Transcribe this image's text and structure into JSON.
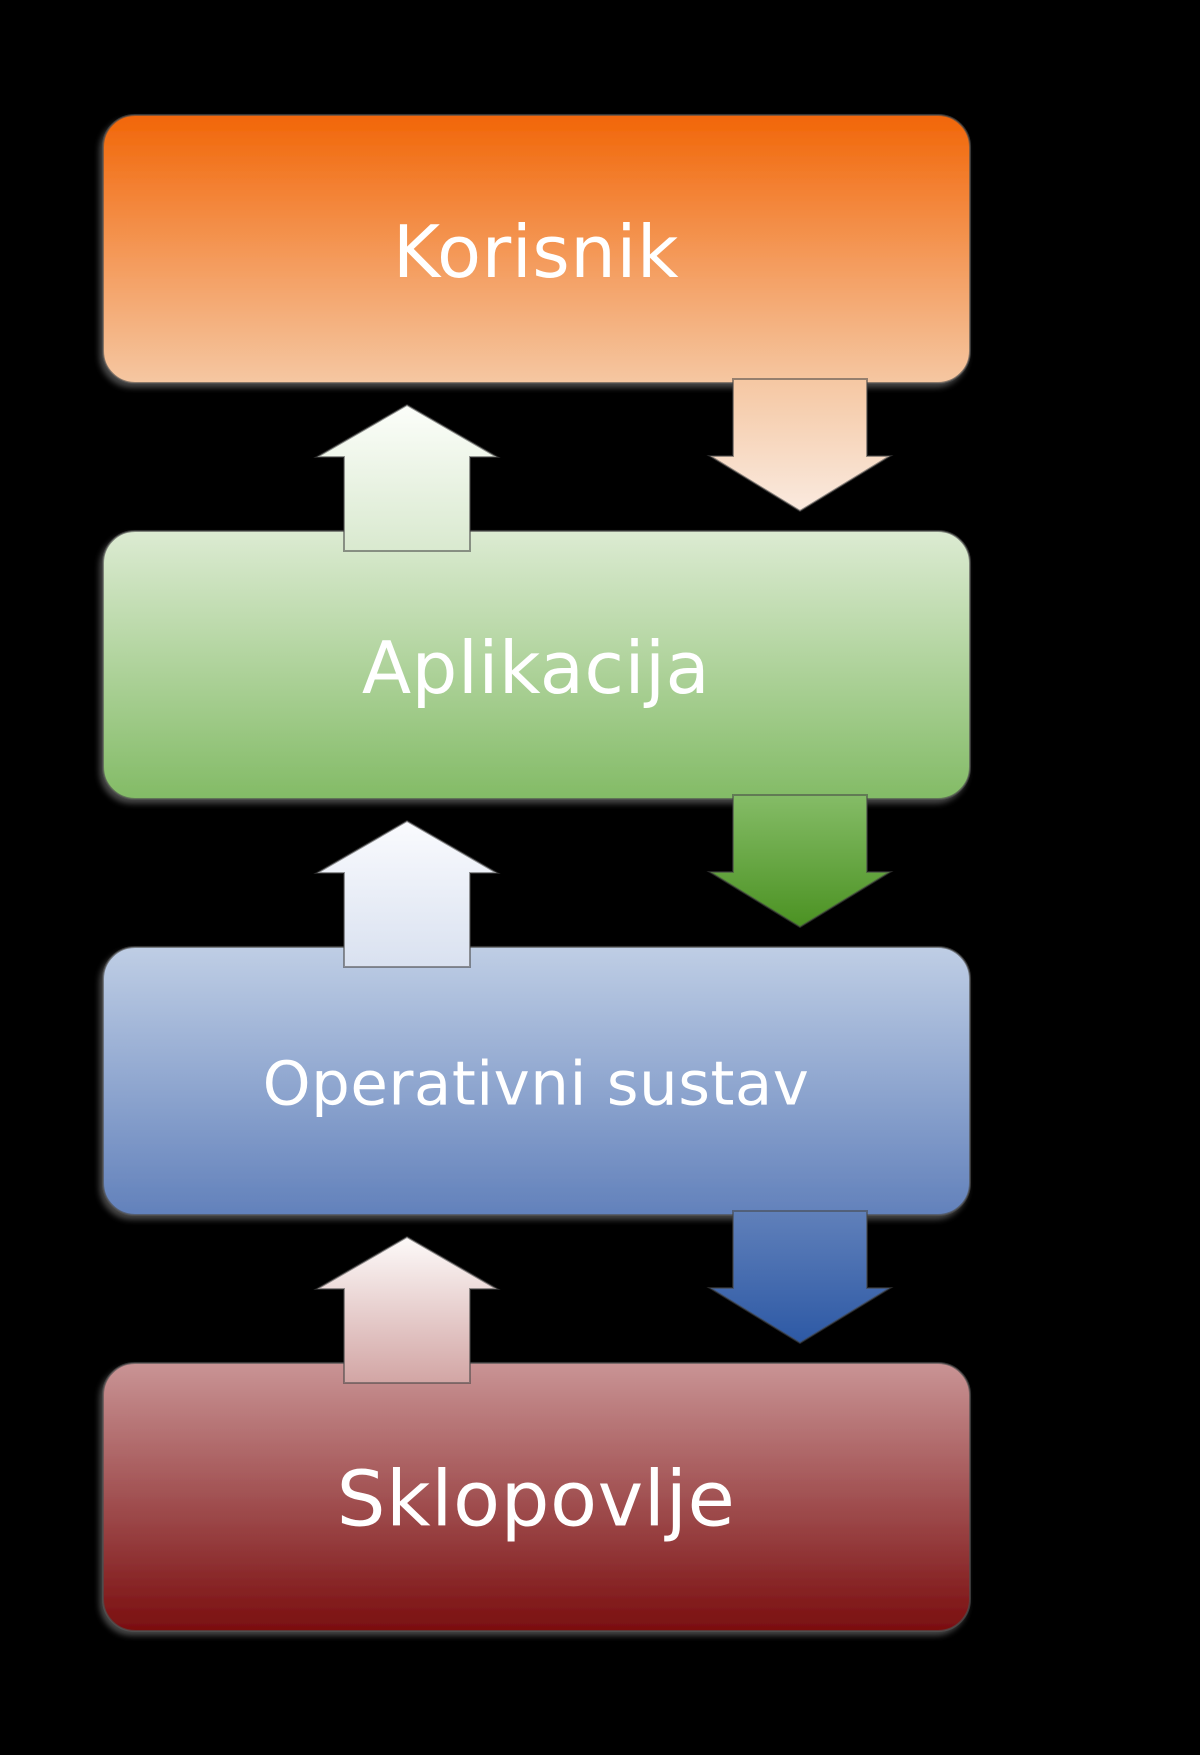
{
  "diagram": {
    "description": "Layered computer system architecture diagram with bidirectional arrows between layers",
    "layers": [
      {
        "id": "korisnik",
        "label": "Korisnik"
      },
      {
        "id": "aplikacija",
        "label": "Aplikacija"
      },
      {
        "id": "os",
        "label": "Operativni sustav"
      },
      {
        "id": "sklopovlje",
        "label": "Sklopovlje"
      }
    ]
  },
  "colors": {
    "background": "#000000",
    "label_text": "#FFFFFF",
    "box_korisnik": {
      "top": "#F26608",
      "bottom": "#F5C7A2"
    },
    "box_aplikacija": {
      "top": "#DCEBD2",
      "bottom": "#83BB66"
    },
    "box_os": {
      "top": "#BFCEE5",
      "bottom": "#6281BB"
    },
    "box_sklopovlje": {
      "top": "#C99495",
      "bottom": "#7A0E0F"
    },
    "arrow_down_korisnik_to_aplikacija": {
      "top": "#F5C7A2",
      "bottom": "#FAEADF"
    },
    "arrow_down_aplikacija_to_os": {
      "top": "#85BC67",
      "bottom": "#4B9222"
    },
    "arrow_down_os_to_sklopovlje": {
      "top": "#6080BA",
      "bottom": "#2D59A5"
    },
    "arrow_up_aplikacija_to_korisnik": {
      "tip": "#FCFEFA",
      "base": "#D9E9CF"
    },
    "arrow_up_os_to_aplikacija": {
      "tip": "#FAFBFE",
      "base": "#D9E1F0"
    },
    "arrow_up_sklopovlje_to_os": {
      "tip": "#FDFAF9",
      "base": "#D2A5A4"
    }
  }
}
